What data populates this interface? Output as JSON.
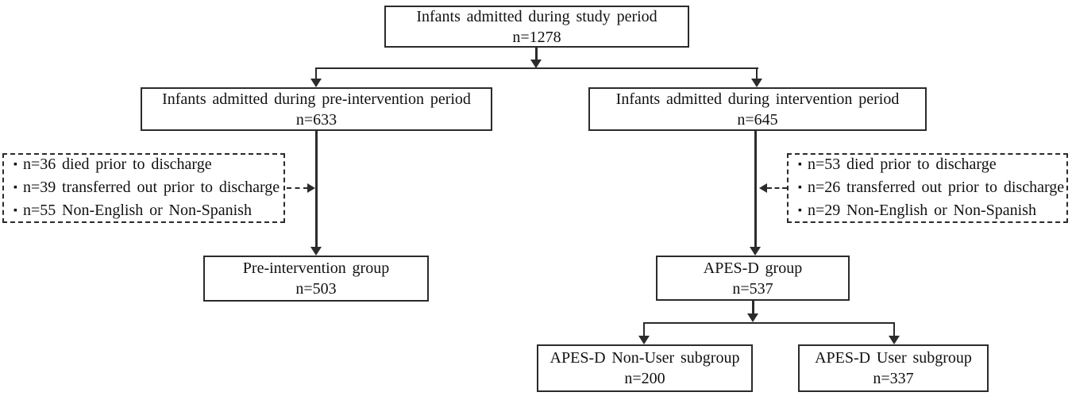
{
  "diagram": {
    "bullet": "▪",
    "colors": {
      "line": "#2b2b2b",
      "text": "#111111",
      "background": "#ffffff"
    },
    "nodes": {
      "study": {
        "label": "Infants admitted during study period",
        "n": "n=1278"
      },
      "pre_period": {
        "label": "Infants admitted during pre-intervention period",
        "n": "n=633"
      },
      "int_period": {
        "label": "Infants admitted during intervention period",
        "n": "n=645"
      },
      "pre_excl": {
        "items": [
          "n=36 died prior to discharge",
          "n=39 transferred out prior to discharge",
          "n=55 Non-English or Non-Spanish"
        ]
      },
      "int_excl": {
        "items": [
          "n=53 died prior to discharge",
          "n=26 transferred out prior to discharge",
          "n=29 Non-English or Non-Spanish"
        ]
      },
      "pre_group": {
        "label": "Pre-intervention group",
        "n": "n=503"
      },
      "apesd_group": {
        "label": "APES-D group",
        "n": "n=537"
      },
      "nonuser": {
        "label": "APES-D Non-User subgroup",
        "n": "n=200"
      },
      "user": {
        "label": "APES-D User subgroup",
        "n": "n=337"
      }
    }
  }
}
